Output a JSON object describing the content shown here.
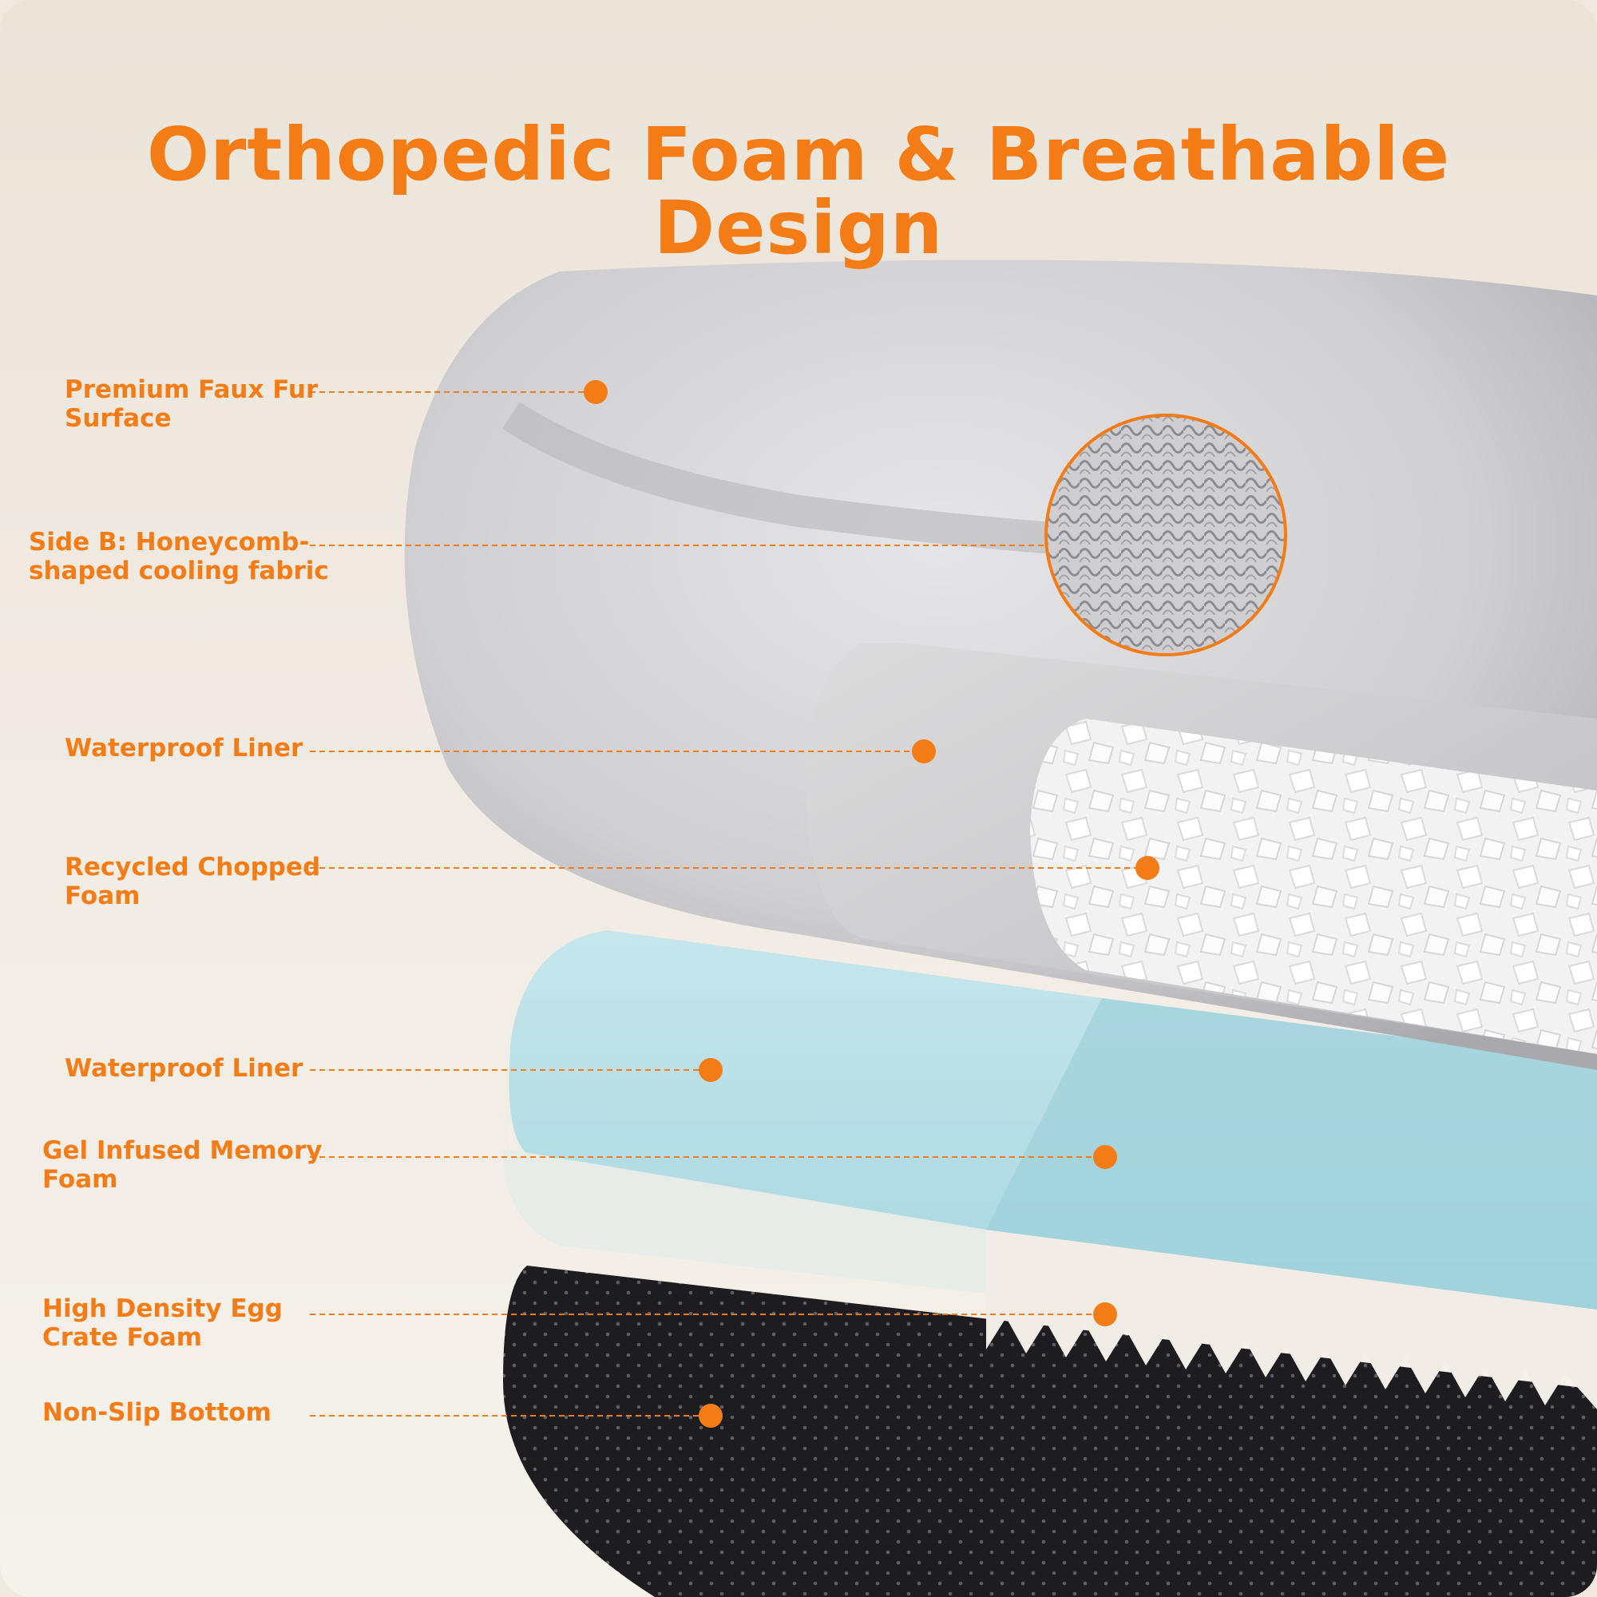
{
  "title": "Orthopedic Foam & Breathable Design",
  "colors": {
    "accent": "#f47c16",
    "fur": "#d4d4d6",
    "gel_foam": "#b4dde6",
    "egg_crate": "#f1ede6",
    "bottom": "#1b1b1d"
  },
  "labels": [
    {
      "id": "fur",
      "lines": [
        "Premium Faux Fur",
        "Surface"
      ]
    },
    {
      "id": "honeycomb",
      "lines": [
        "Side B: Honeycomb-",
        "shaped cooling fabric"
      ]
    },
    {
      "id": "liner1",
      "lines": [
        "Waterproof Liner"
      ]
    },
    {
      "id": "chopped",
      "lines": [
        "Recycled Chopped",
        "Foam"
      ]
    },
    {
      "id": "liner2",
      "lines": [
        "Waterproof Liner"
      ]
    },
    {
      "id": "gel",
      "lines": [
        "Gel Infused Memory",
        "Foam"
      ]
    },
    {
      "id": "eggcrate",
      "lines": [
        "High Density Egg",
        "Crate Foam"
      ]
    },
    {
      "id": "nonslip",
      "lines": [
        "Non-Slip Bottom"
      ]
    }
  ]
}
